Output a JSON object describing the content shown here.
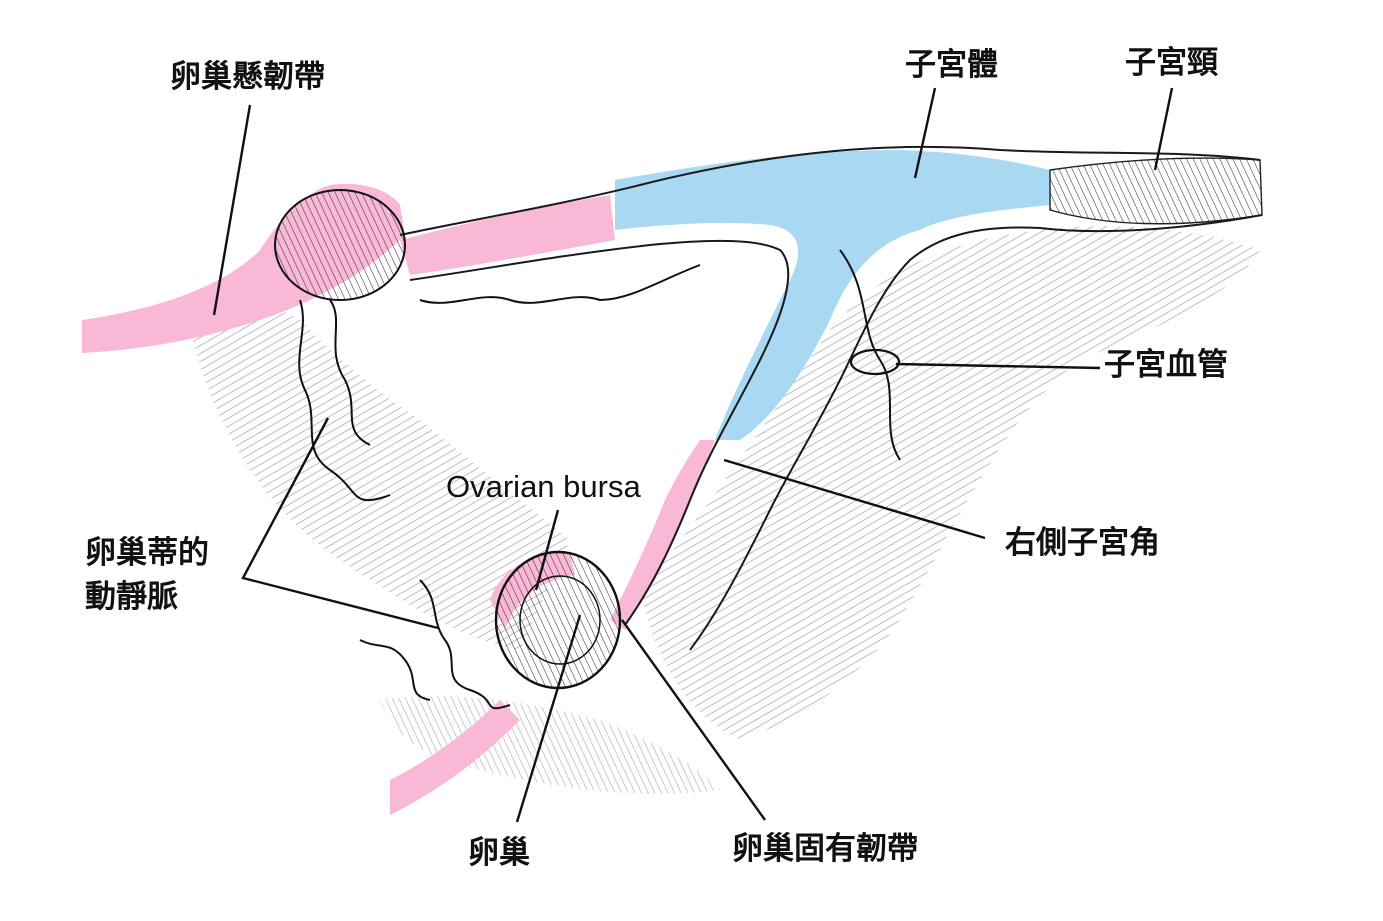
{
  "labels": {
    "suspensory_ligament": "卵巢懸韌帶",
    "uterine_body": "子宮體",
    "uterine_cervix": "子宮頸",
    "uterine_vessels": "子宮血管",
    "right_uterine_horn": "右側子宮角",
    "pedicle_vessels_line1": "卵巢蒂的",
    "pedicle_vessels_line2": "動靜脈",
    "ovarian_bursa": "Ovarian bursa",
    "ovary": "卵巢",
    "proper_ligament": "卵巢固有韌帶"
  },
  "colors": {
    "ligament_pink": "#f9b8d6",
    "uterus_blue": "#a9d8f3",
    "ink": "#111111"
  }
}
